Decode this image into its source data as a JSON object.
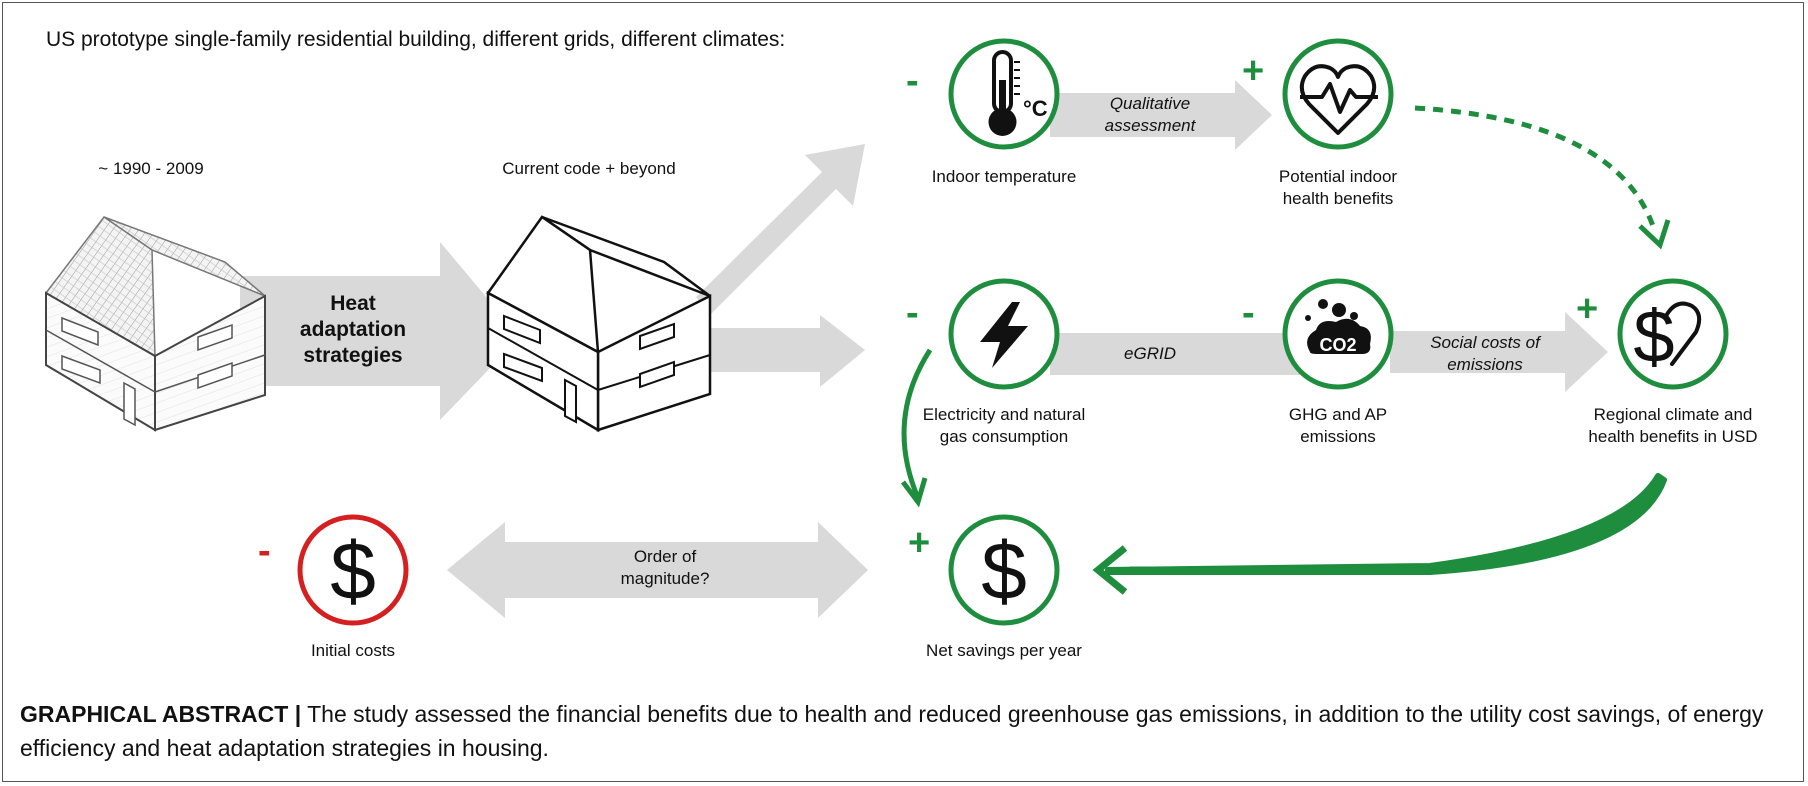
{
  "title": "US prototype single-family residential building, different grids, different climates:",
  "houses": {
    "old_label": "~ 1990 - 2009",
    "new_label": "Current code + beyond"
  },
  "center_arrow_label": [
    "Heat",
    "adaptation",
    "strategies"
  ],
  "nodes": {
    "indoor_temp": {
      "label": [
        "Indoor temperature"
      ],
      "sign": "-",
      "unit": "°C"
    },
    "health": {
      "label": [
        "Potential indoor",
        "health benefits"
      ],
      "sign": "+"
    },
    "electricity": {
      "label": [
        "Electricity and natural",
        "gas consumption"
      ],
      "sign": "-"
    },
    "emissions": {
      "label": [
        "GHG and AP",
        "emissions"
      ],
      "sign": "-",
      "text": "CO2"
    },
    "regional": {
      "label": [
        "Regional climate and",
        "health benefits in USD"
      ],
      "sign": "+"
    },
    "net_savings": {
      "label": [
        "Net savings per year"
      ],
      "sign": "+"
    },
    "initial_costs": {
      "label": [
        "Initial costs"
      ],
      "sign": "-"
    }
  },
  "arrow_labels": {
    "qualitative": [
      "Qualitative",
      "assessment"
    ],
    "egrid": "eGRID",
    "social": [
      "Social costs of",
      "emissions"
    ],
    "order": [
      "Order of",
      "magnitude?"
    ]
  },
  "caption": {
    "bold": "GRAPHICAL ABSTRACT |",
    "text": " The study assessed the financial benefits due to health and reduced greenhouse gas emissions, in addition to the utility cost savings, of energy efficiency and heat adaptation strategies in housing."
  },
  "colors": {
    "green": "#1e8e3e",
    "red": "#d42020",
    "arrow_gray": "#d9d9d9",
    "icon": "#111111"
  }
}
